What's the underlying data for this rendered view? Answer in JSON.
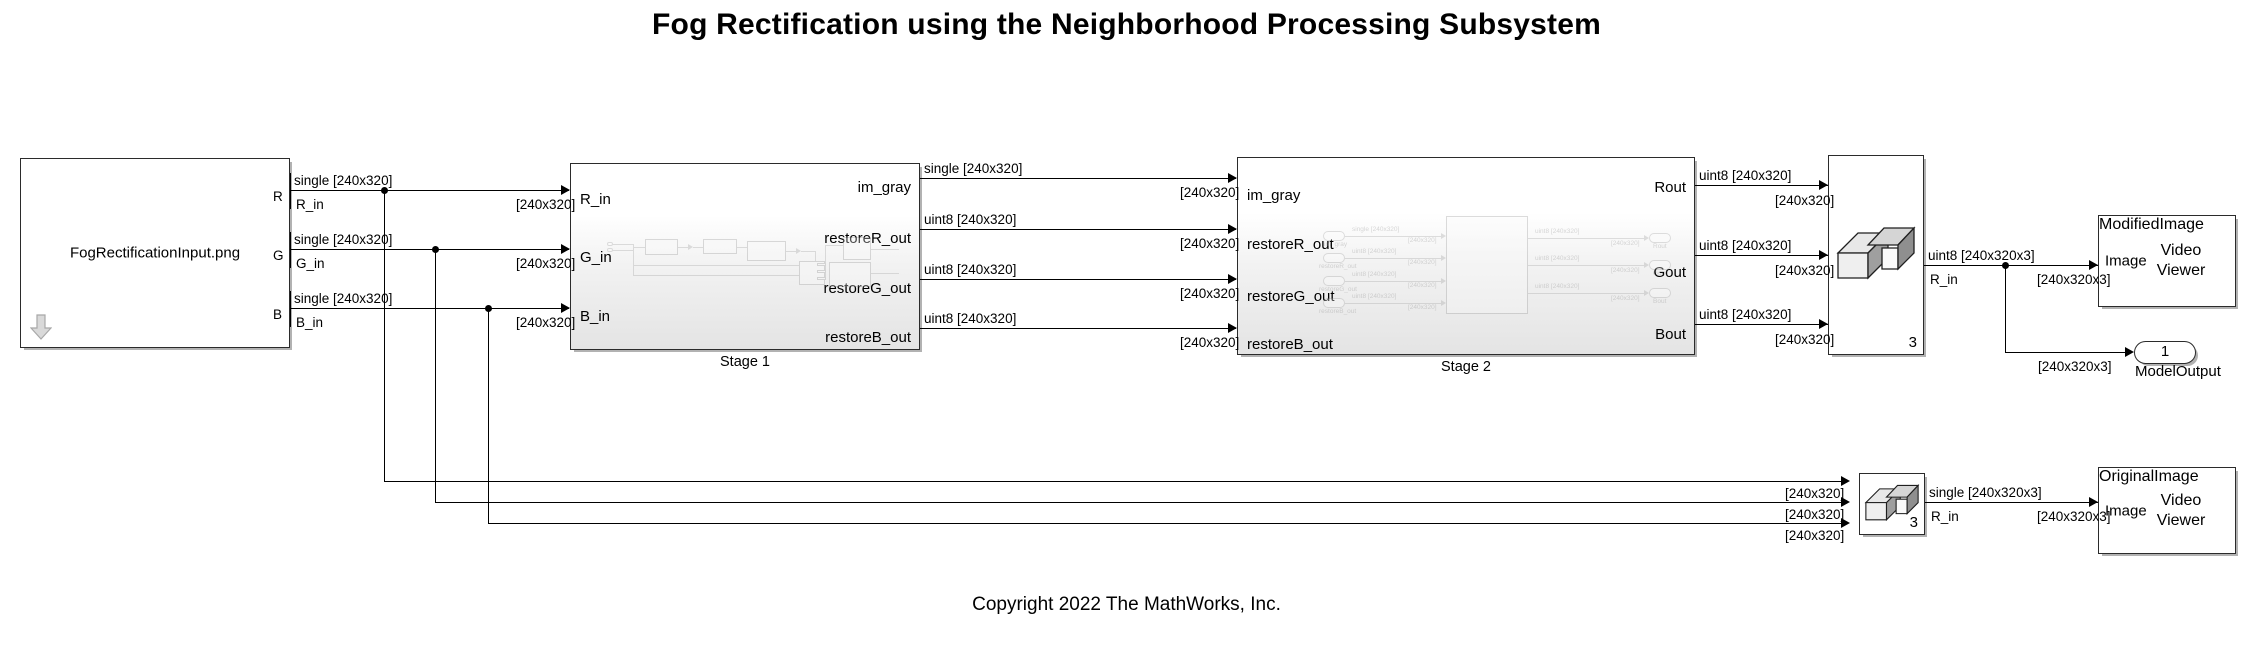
{
  "page": {
    "title": "Fog Rectification using the Neighborhood Processing Subsystem",
    "copyright": "Copyright 2022 The MathWorks, Inc."
  },
  "blocks": {
    "source": {
      "label": "FogRectificationInput.png",
      "ports": [
        {
          "name": "R",
          "signal": "single [240x320]",
          "wire_label": "R_in"
        },
        {
          "name": "G",
          "signal": "single [240x320]",
          "wire_label": "G_in"
        },
        {
          "name": "B",
          "signal": "single [240x320]",
          "wire_label": "B_in"
        }
      ],
      "icon": "download-arrow-icon"
    },
    "stage1": {
      "caption": "Stage 1",
      "inputs": [
        {
          "name": "R_in",
          "dims": "[240x320]"
        },
        {
          "name": "G_in",
          "dims": "[240x320]"
        },
        {
          "name": "B_in",
          "dims": "[240x320]"
        }
      ],
      "outputs": [
        {
          "name": "im_gray",
          "signal": "single [240x320]",
          "dims": "[240x320]"
        },
        {
          "name": "restoreR_out",
          "signal": "uint8 [240x320]",
          "dims": "[240x320]"
        },
        {
          "name": "restoreG_out",
          "signal": "uint8 [240x320]",
          "dims": "[240x320]"
        },
        {
          "name": "restoreB_out",
          "signal": "uint8 [240x320]",
          "dims": "[240x320]"
        }
      ]
    },
    "stage2": {
      "caption": "Stage 2",
      "inputs": [
        {
          "name": "im_gray",
          "dims": "[240x320]"
        },
        {
          "name": "restoreR_out",
          "dims": "[240x320]"
        },
        {
          "name": "restoreG_out",
          "dims": "[240x320]"
        },
        {
          "name": "restoreB_out",
          "dims": "[240x320]"
        }
      ],
      "outputs": [
        {
          "name": "Rout",
          "signal": "uint8 [240x320]",
          "dims": "[240x320]"
        },
        {
          "name": "Gout",
          "signal": "uint8 [240x320]",
          "dims": "[240x320]"
        },
        {
          "name": "Bout",
          "signal": "uint8 [240x320]",
          "dims": "[240x320]"
        }
      ],
      "inner": {
        "inports": [
          "im_gray",
          "restoreR_out",
          "restoreG_out",
          "restoreB_out"
        ],
        "in_signals": [
          "single [240x320]",
          "uint8 [240x320]",
          "uint8 [240x320]",
          "uint8 [240x320]"
        ],
        "in_dims": [
          "[240x320]",
          "[240x320]",
          "[240x320]",
          "[240x320]"
        ],
        "outports": [
          "Rout",
          "Gout",
          "Bout"
        ],
        "out_signals": [
          "uint8 [240x320]",
          "uint8 [240x320]",
          "uint8 [240x320]"
        ],
        "out_dims": [
          "[240x320]",
          "[240x320]",
          "[240x320]"
        ]
      }
    },
    "concat_modified": {
      "dim_label": "3",
      "inputs": [
        {
          "signal": "uint8 [240x320]",
          "dims": "[240x320]"
        },
        {
          "signal": "uint8 [240x320]",
          "dims": "[240x320]"
        },
        {
          "signal": "uint8 [240x320]",
          "dims": "[240x320]"
        }
      ],
      "output": {
        "signal": "uint8 [240x320x3]",
        "wire_label": "R_in",
        "dims": "[240x320x3]"
      }
    },
    "concat_original": {
      "dim_label": "3",
      "inputs": [
        {
          "dims": "[240x320]"
        },
        {
          "dims": "[240x320]"
        },
        {
          "dims": "[240x320]"
        }
      ],
      "output": {
        "signal": "single [240x320x3]",
        "wire_label": "R_in",
        "dims": "[240x320x3]"
      }
    },
    "viewer_modified": {
      "port_label": "Image",
      "line1": "Video",
      "line2": "Viewer",
      "caption": "ModifiedImage"
    },
    "viewer_original": {
      "port_label": "Image",
      "line1": "Video",
      "line2": "Viewer",
      "caption": "OriginalImage"
    },
    "model_output": {
      "number": "1",
      "caption": "ModelOutput",
      "dims": "[240x320x3]"
    }
  }
}
